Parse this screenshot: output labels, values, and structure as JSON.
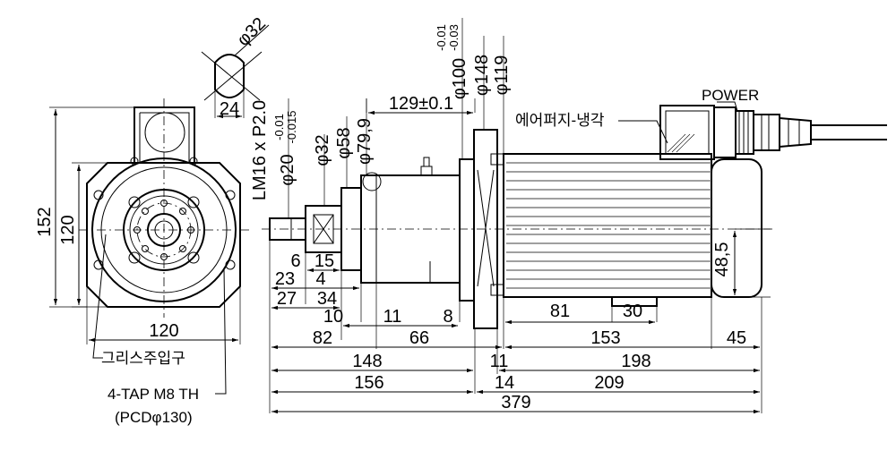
{
  "labels": {
    "power": "POWER",
    "air_purge_cooling": "에어퍼지-냉각",
    "grease_inlet": "그리스주입구",
    "tap": "4-TAP M8 TH",
    "pcd": "(PCDφ130)",
    "thread": "LM16 x P2.0"
  },
  "front_view": {
    "d_152": "152",
    "d_120_v": "120",
    "d_120_h": "120",
    "d_phi32": "φ32",
    "d_24": "24"
  },
  "side_view": {
    "d_129": "129±0.1",
    "d_phi20": "φ20",
    "d_phi20_tol_top": "-0.01",
    "d_phi20_tol_bot": "-0.015",
    "d_phi32": "φ32",
    "d_phi58": "φ58",
    "d_phi79": "φ79,9",
    "d_phi100": "φ100",
    "d_phi100_tol_top": "-0.01",
    "d_phi100_tol_bot": "-0.03",
    "d_phi148": "φ148",
    "d_phi119": "φ119",
    "d_48_5": "48,5",
    "d_6": "6",
    "d_15": "15",
    "d_23": "23",
    "d_4": "4",
    "d_27": "27",
    "d_34": "34",
    "d_10": "10",
    "d_11a": "11",
    "d_8": "8",
    "d_81": "81",
    "d_30": "30",
    "d_82": "82",
    "d_66": "66",
    "d_153": "153",
    "d_45": "45",
    "d_148": "148",
    "d_11b": "11",
    "d_198": "198",
    "d_156": "156",
    "d_14": "14",
    "d_209": "209",
    "d_379": "379"
  }
}
